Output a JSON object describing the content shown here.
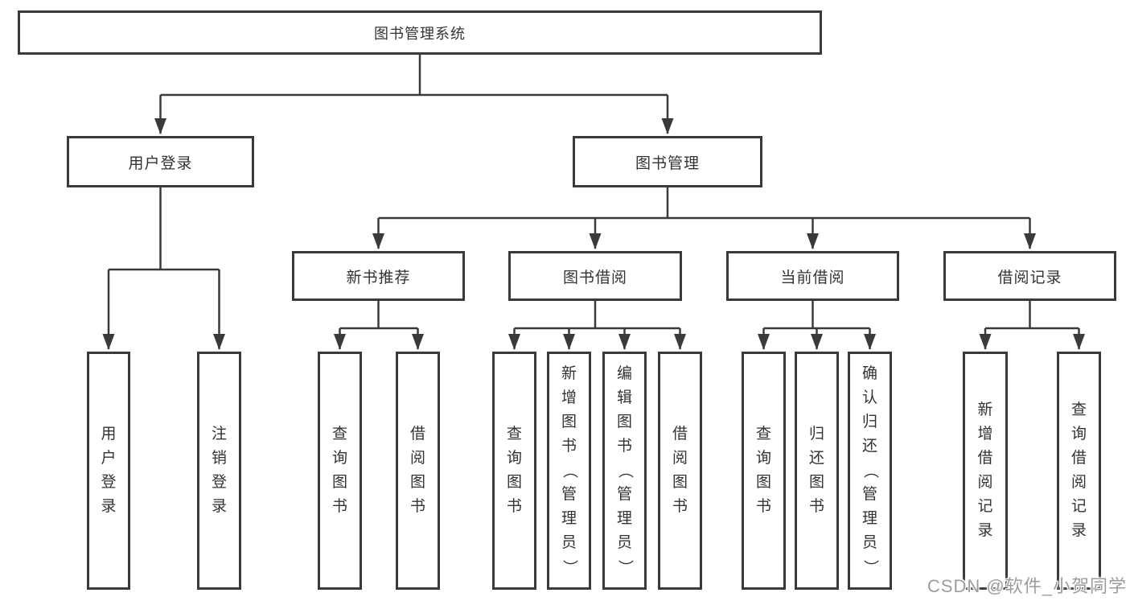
{
  "colors": {
    "line": "#3a3a3a",
    "text": "#333333",
    "background": "#ffffff",
    "watermark": "#9d9d9d"
  },
  "watermark": "CSDN @软件_小贺同学",
  "tree": {
    "root": {
      "label": "图书管理系统"
    },
    "branches": [
      {
        "label": "用户登录",
        "children": [
          {
            "label": "用户登录"
          },
          {
            "label": "注销登录"
          }
        ]
      },
      {
        "label": "图书管理",
        "children": [
          {
            "label": "新书推荐",
            "children": [
              {
                "label": "查询图书"
              },
              {
                "label": "借阅图书"
              }
            ]
          },
          {
            "label": "图书借阅",
            "children": [
              {
                "label": "查询图书"
              },
              {
                "label": "新增图书（管理员）"
              },
              {
                "label": "编辑图书（管理员）"
              },
              {
                "label": "借阅图书"
              }
            ]
          },
          {
            "label": "当前借阅",
            "children": [
              {
                "label": "查询图书"
              },
              {
                "label": "归还图书"
              },
              {
                "label": "确认归还（管理员）"
              }
            ]
          },
          {
            "label": "借阅记录",
            "children": [
              {
                "label": "新增借阅记录"
              },
              {
                "label": "查询借阅记录"
              }
            ]
          }
        ]
      }
    ]
  }
}
